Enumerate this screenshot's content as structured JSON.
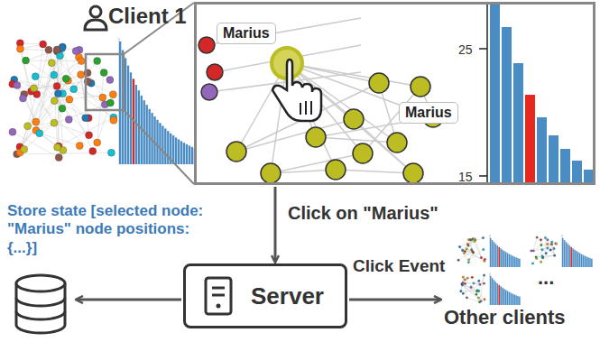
{
  "diagram": {
    "nodes": [
      {
        "text": [
          "Client 1"
        ]
      },
      {
        "text": [
          "Marius",
          "Marius",
          "25",
          "15"
        ],
        "in": 0
      },
      {
        "text": [
          "Store state [selected node: \"Marius\" node positions: {...}]"
        ]
      },
      {
        "text": [
          "Server"
        ]
      },
      {
        "text": [
          "...",
          "Other clients"
        ]
      }
    ],
    "edges": [
      {
        "from": 0,
        "to": 3,
        "label": "Click on \"Marius\"",
        "arrow": "to"
      },
      {
        "from": 3,
        "to": 2,
        "arrow": "to"
      },
      {
        "from": 3,
        "to": 4,
        "label": "Click Event",
        "arrow": "to"
      }
    ]
  }
}
